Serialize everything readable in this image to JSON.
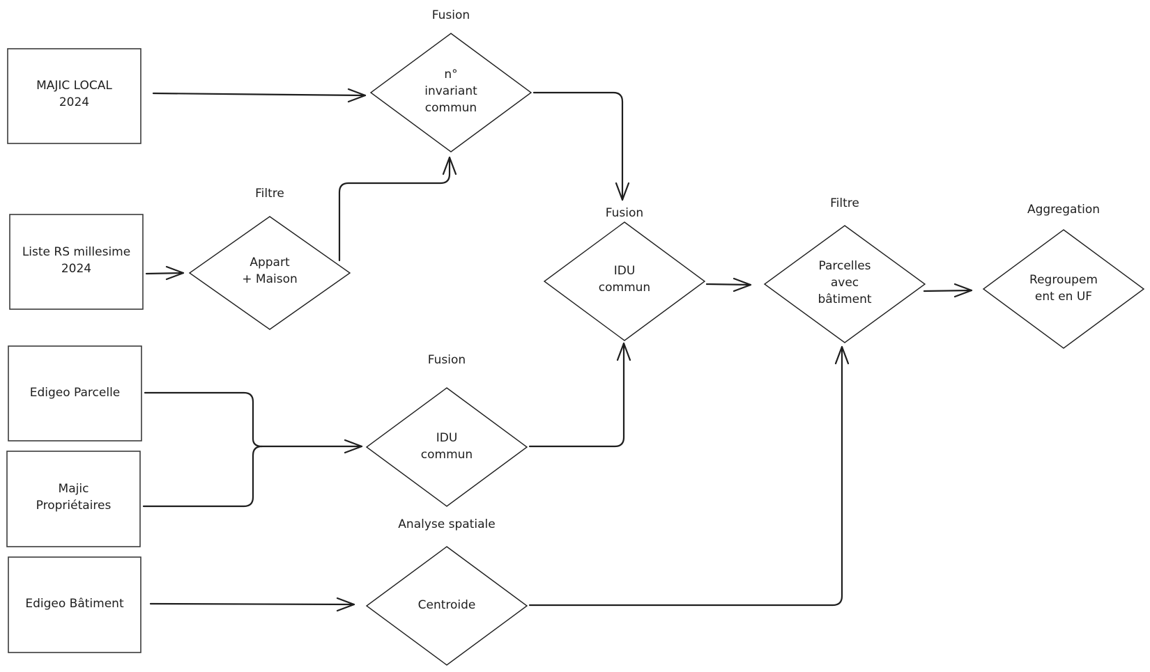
{
  "sources": [
    {
      "id": "majic-local",
      "lines": [
        "MAJIC LOCAL",
        "2024"
      ]
    },
    {
      "id": "liste-rs",
      "lines": [
        "Liste RS millesime",
        "2024"
      ]
    },
    {
      "id": "edigeo-parcelle",
      "lines": [
        "Edigeo Parcelle"
      ]
    },
    {
      "id": "majic-proprietaires",
      "lines": [
        "Majic",
        "Propriétaires"
      ]
    },
    {
      "id": "edigeo-batiment",
      "lines": [
        "Edigeo Bâtiment"
      ]
    }
  ],
  "operations": [
    {
      "id": "fusion-invariant",
      "caption": "Fusion",
      "lines": [
        "n°",
        "invariant",
        "commun"
      ]
    },
    {
      "id": "filtre-appart",
      "caption": "Filtre",
      "lines": [
        "Appart",
        "+ Maison"
      ]
    },
    {
      "id": "fusion-idu-main",
      "caption": "Fusion",
      "lines": [
        "IDU",
        "commun"
      ]
    },
    {
      "id": "filtre-parcelles",
      "caption": "Filtre",
      "lines": [
        "Parcelles",
        "avec",
        "bâtiment"
      ]
    },
    {
      "id": "aggregation-uf",
      "caption": "Aggregation",
      "lines": [
        "Regroupem",
        "ent en UF"
      ]
    },
    {
      "id": "fusion-idu-parcelle",
      "caption": "Fusion",
      "lines": [
        "IDU",
        "commun"
      ]
    },
    {
      "id": "analyse-centroide",
      "caption": "Analyse spatiale",
      "lines": [
        "Centroide"
      ]
    }
  ],
  "connections": [
    {
      "from": "majic-local",
      "to": "fusion-invariant"
    },
    {
      "from": "liste-rs",
      "to": "filtre-appart"
    },
    {
      "from": "filtre-appart",
      "to": "fusion-invariant"
    },
    {
      "from": "fusion-invariant",
      "to": "fusion-idu-main"
    },
    {
      "from": "edigeo-parcelle",
      "to": "fusion-idu-parcelle"
    },
    {
      "from": "majic-proprietaires",
      "to": "fusion-idu-parcelle"
    },
    {
      "from": "fusion-idu-parcelle",
      "to": "fusion-idu-main"
    },
    {
      "from": "fusion-idu-main",
      "to": "filtre-parcelles"
    },
    {
      "from": "edigeo-batiment",
      "to": "analyse-centroide"
    },
    {
      "from": "analyse-centroide",
      "to": "filtre-parcelles"
    },
    {
      "from": "filtre-parcelles",
      "to": "aggregation-uf"
    }
  ]
}
